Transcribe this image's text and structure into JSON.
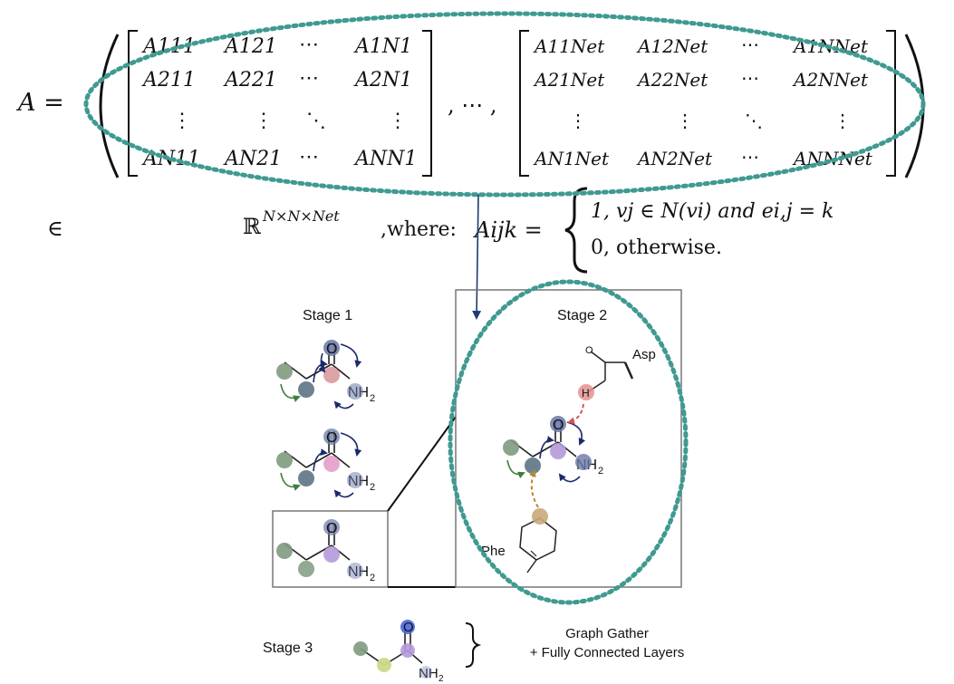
{
  "equation": {
    "lhs": "A =",
    "matrix1": [
      [
        "A111",
        "A121",
        "⋯",
        "A1N1"
      ],
      [
        "A211",
        "A221",
        "⋯",
        "A2N1"
      ],
      [
        "⋮",
        "⋮",
        "⋱",
        "⋮"
      ],
      [
        "AN11",
        "AN21",
        "⋯",
        "ANN1"
      ]
    ],
    "between": ", ⋯ ,",
    "matrix2": [
      [
        "A11Net",
        "A12Net",
        "⋯",
        "A1NNet"
      ],
      [
        "A21Net",
        "A22Net",
        "⋯",
        "A2NNet"
      ],
      [
        "⋮",
        "⋮",
        "⋱",
        "⋮"
      ],
      [
        "AN1Net",
        "AN2Net",
        "⋯",
        "ANNNet"
      ]
    ],
    "elem": "∈",
    "space": "ℝ",
    "space_exp": "N×N×Net",
    "where": ",where:",
    "aijk": "Aijk =",
    "case1": "1, vj ∈ N(vi) and ei,j = k",
    "case2": "0, otherwise."
  },
  "stages": {
    "stage1": "Stage 1",
    "stage2": "Stage 2",
    "stage3": "Stage 3",
    "gather_line1": "Graph Gather",
    "gather_line2": "+ Fully Connected Layers"
  },
  "atoms": {
    "oxygen": "O",
    "amine": "NH",
    "amine_sub": "2",
    "hydroxyl": "H",
    "asp": "Asp",
    "phe": "Phe"
  },
  "colors": {
    "ellipse": "#3f9a90",
    "arrow_blue": "#1b2a6b",
    "arrow_green": "#3e7d3e",
    "arrow_red": "#d9534f",
    "arrow_gold": "#b48a33",
    "node_green": "#7f9a80",
    "node_blue": "#5d7485",
    "node_pink": "#d99aa0",
    "node_purple": "#b49ad9",
    "node_yellow": "#cfd98a",
    "node_navy": "#6a78a8",
    "node_tan": "#c9a878",
    "node_red": "#e58f8f"
  }
}
